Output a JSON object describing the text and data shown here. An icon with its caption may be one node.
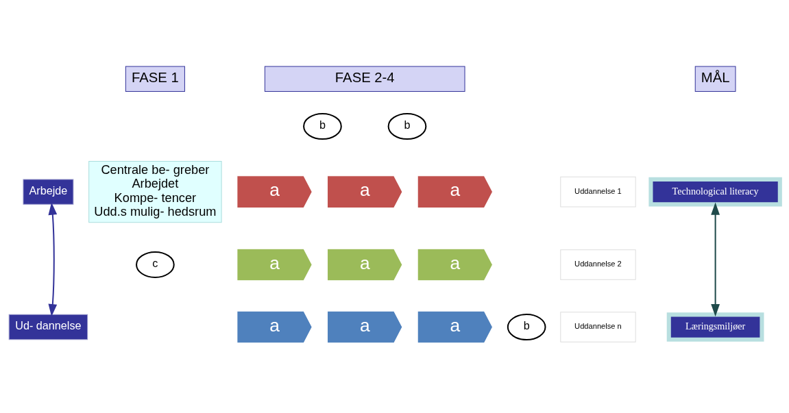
{
  "diagram": {
    "nodes": [
      {
        "text": [
          "FASE 1"
        ]
      },
      {
        "text": [
          "FASE 2-4"
        ]
      },
      {
        "text": [
          "MÅL"
        ]
      },
      {
        "text": [
          "Arbejde"
        ]
      },
      {
        "text": [
          "Ud- dannelse"
        ]
      },
      {
        "text": [
          "Centrale be- greber",
          "Arbejdet",
          "Kompe- tencer",
          "Udd.s mulig- hedsrum"
        ]
      },
      {
        "text": [
          "a"
        ]
      },
      {
        "text": [
          "a"
        ]
      },
      {
        "text": [
          "a"
        ]
      },
      {
        "text": [
          "a"
        ]
      },
      {
        "text": [
          "a"
        ]
      },
      {
        "text": [
          "a"
        ]
      },
      {
        "text": [
          "a"
        ]
      },
      {
        "text": [
          "a"
        ]
      },
      {
        "text": [
          "a"
        ]
      },
      {
        "text": [
          "Uddannelse 1"
        ]
      },
      {
        "text": [
          "Uddannelse 2"
        ]
      },
      {
        "text": [
          "Uddannelse n"
        ]
      },
      {
        "text": [
          "Technological literacy"
        ]
      },
      {
        "text": [
          "Læringsmiljøer"
        ]
      },
      {
        "text": [
          "b"
        ]
      },
      {
        "text": [
          "b"
        ]
      },
      {
        "text": [
          "c"
        ]
      },
      {
        "text": [
          "b"
        ]
      }
    ],
    "edges": [
      {
        "from": 3,
        "to": 4,
        "arrow": "both",
        "color": "#333399"
      },
      {
        "from": 18,
        "to": 19,
        "arrow": "both",
        "color": "#1f4a4a"
      }
    ]
  }
}
